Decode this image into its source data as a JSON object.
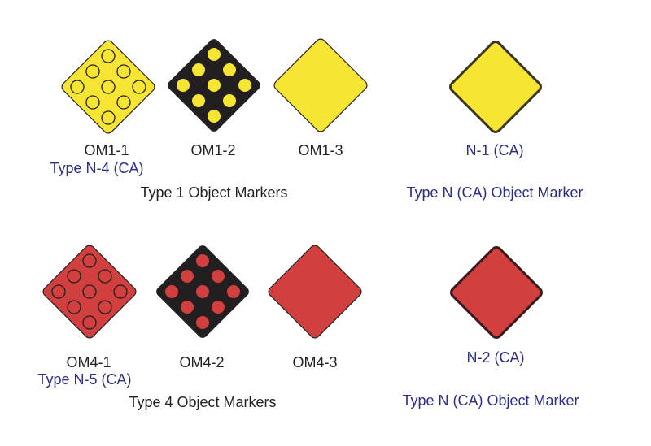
{
  "colors": {
    "yellow": "#f7e533",
    "red": "#d13f3f",
    "black": "#231f20",
    "label_blue": "#2b2e83",
    "label_black": "#231f20"
  },
  "row1": {
    "markers": [
      {
        "code": "OM1-1",
        "alt": "Type N-4 (CA)",
        "style": "yellow-with-outlined-circles"
      },
      {
        "code": "OM1-2",
        "style": "black-with-yellow-dots"
      },
      {
        "code": "OM1-3",
        "style": "plain-yellow"
      }
    ],
    "group_title": "Type 1 Object Markers",
    "ca_marker": {
      "code": "N-1 (CA)",
      "style": "yellow-with-black-border"
    },
    "ca_title": "Type N (CA) Object Marker"
  },
  "row2": {
    "markers": [
      {
        "code": "OM4-1",
        "alt": "Type N-5 (CA)",
        "style": "red-with-outlined-circles"
      },
      {
        "code": "OM4-2",
        "style": "black-with-red-dots"
      },
      {
        "code": "OM4-3",
        "style": "plain-red"
      }
    ],
    "group_title": "Type 4 Object Markers",
    "ca_marker": {
      "code": "N-2 (CA)",
      "style": "red-with-black-border"
    },
    "ca_title": "Type N (CA) Object Marker"
  }
}
